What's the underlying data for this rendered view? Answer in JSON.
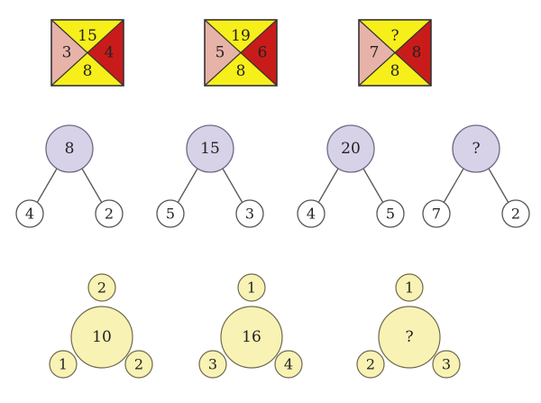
{
  "colors": {
    "envelope_fill": "#f7ef1a",
    "envelope_left_triangle": "#e7b3a8",
    "envelope_right_triangle": "#c91c1a",
    "envelope_outline": "#333333",
    "tree_root_fill": "#d7d2e8",
    "tree_root_stroke": "#6f6a84",
    "tree_leaf_fill": "#ffffff",
    "tree_stroke": "#555555",
    "cluster_fill": "#f9f2b5",
    "cluster_stroke": "#6e6a4d"
  },
  "envelopes": [
    {
      "top": "15",
      "left": "3",
      "right": "4",
      "bottom": "8"
    },
    {
      "top": "19",
      "left": "5",
      "right": "6",
      "bottom": "8"
    },
    {
      "top": "?",
      "left": "7",
      "right": "8",
      "bottom": "8"
    }
  ],
  "trees": [
    {
      "root": "8",
      "left": "4",
      "right": "2"
    },
    {
      "root": "15",
      "left": "5",
      "right": "3"
    },
    {
      "root": "20",
      "left": "4",
      "right": "5"
    },
    {
      "root": "?",
      "left": "7",
      "right": "2"
    }
  ],
  "clusters": [
    {
      "center": "10",
      "top": "2",
      "left": "1",
      "right": "2"
    },
    {
      "center": "16",
      "top": "1",
      "left": "3",
      "right": "4"
    },
    {
      "center": "?",
      "top": "1",
      "left": "2",
      "right": "3"
    }
  ]
}
